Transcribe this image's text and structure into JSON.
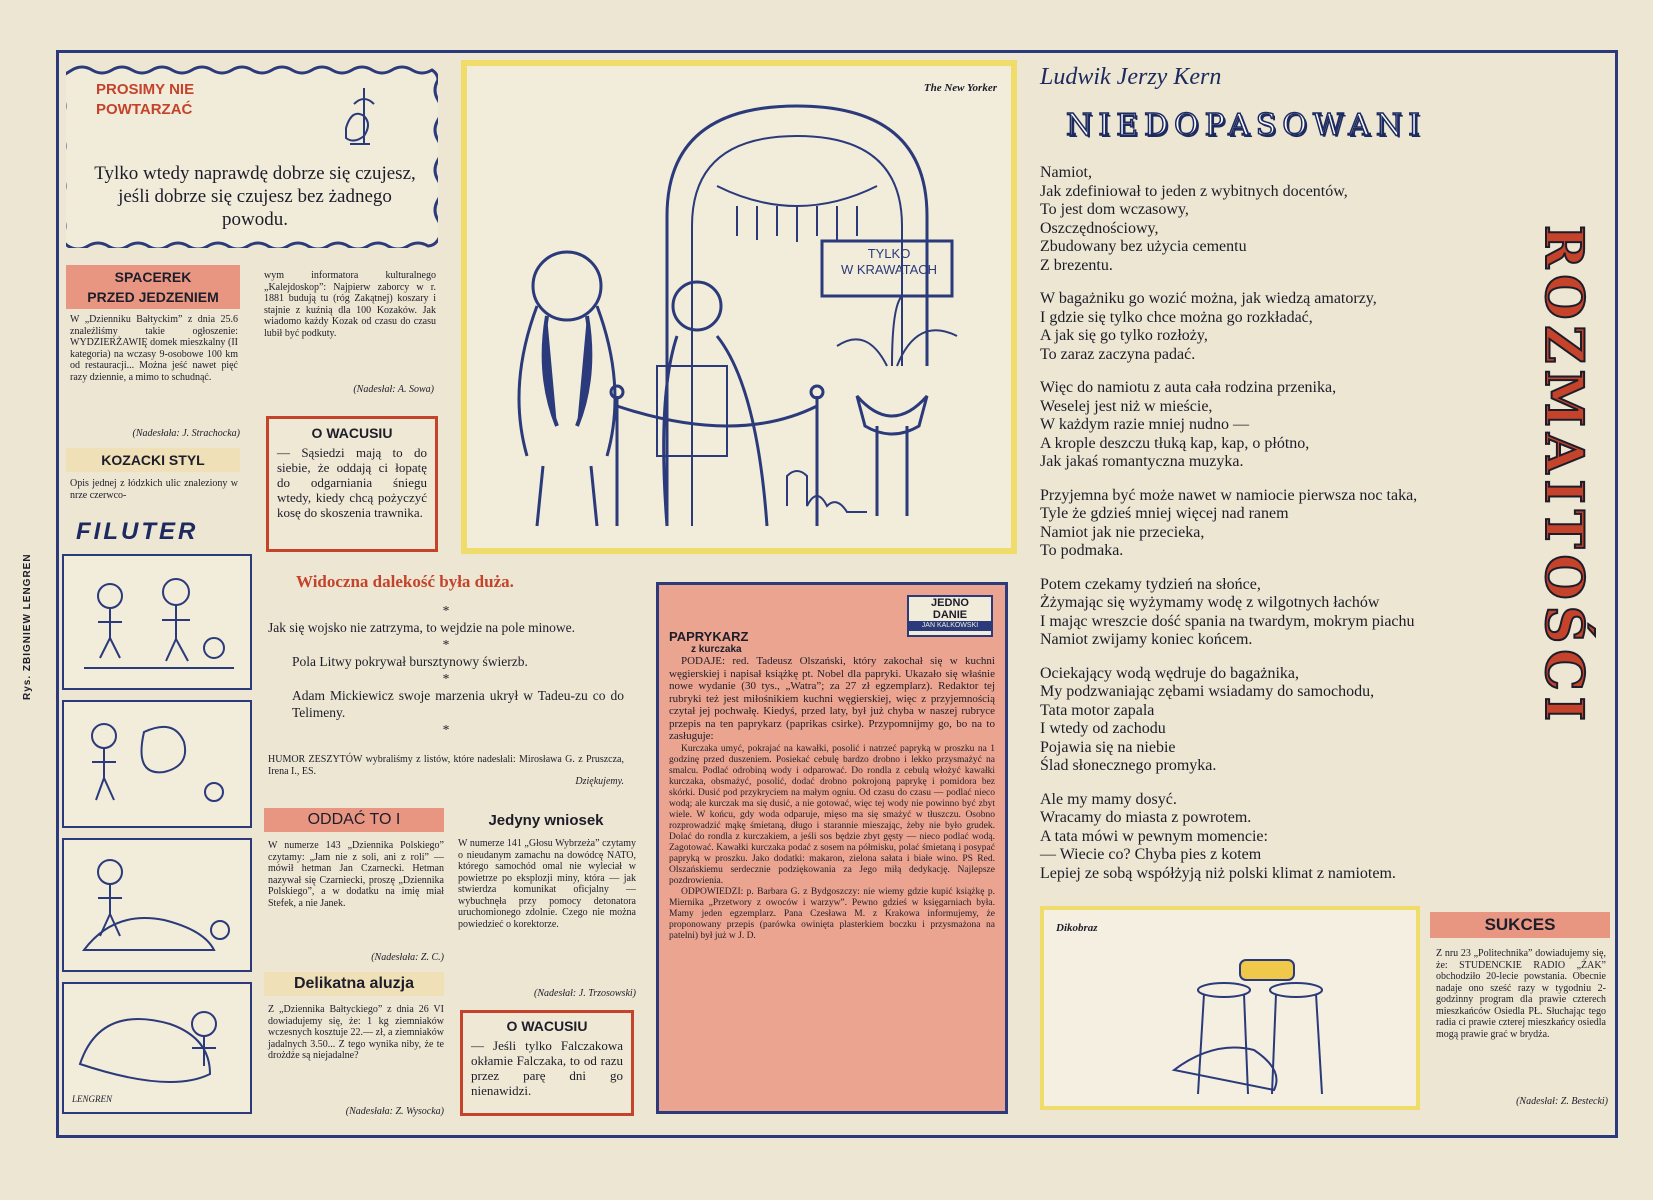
{
  "prosimy": {
    "title_line1": "PROSIMY NIE",
    "title_line2": "POWTARZAĆ",
    "text": "Tylko wtedy naprawdę dobrze się czujesz, jeśli dobrze się czujesz bez żadnego powodu."
  },
  "spacerek": {
    "title_line1": "SPACEREK",
    "title_line2": "PRZED JEDZENIEM",
    "text": "W „Dzienniku Bałtyckim” z dnia 25.6 znaleźliśmy takie ogłoszenie: WYDZIERŻAWIĘ domek mieszkalny (II kategoria) na wczasy 9-osobowe 100 km od restauracji... Można jeść nawet pięć razy dziennie, a mimo to schudnąć.",
    "signature": "(Nadesłała: J. Strachocka)"
  },
  "kozacki": {
    "title": "KOZACKI STYL",
    "text": "Opis jednej z łódzkich ulic znaleziony w nrze czerwco-"
  },
  "filuter": {
    "logo": "FILUTER"
  },
  "kalejdoskop": {
    "text": "wym informatora kulturalnego „Kalejdoskop”: Najpierw zaborcy w r. 1881 budują tu (róg Zakątnej) koszary i stajnie z kuźnią dla 100 Kozaków. Jak wiadomo każdy Kozak od czasu do czasu lubił być podkuty.",
    "signature": "(Nadesłał: A. Sowa)"
  },
  "wacus1": {
    "title": "O WACUSIU",
    "text": "— Sąsiedzi mają to do siebie, że oddają ci łopatę do odgarniania śniegu wtedy, kiedy chcą pożyczyć kosę do skoszenia trawnika."
  },
  "cartoon1": {
    "credit": "The New Yorker",
    "sign_line1": "TYLKO",
    "sign_line2": "W KRAWATACH"
  },
  "widoczna": {
    "title": "Widoczna dalekość była duża.",
    "items": [
      "Jak się wojsko nie zatrzyma, to wejdzie na pole minowe.",
      "Pola Litwy pokrywał bursztynowy świerzb.",
      "Adam Mickiewicz swoje marzenia ukrył w Tadeu-zu co do Telimeny."
    ],
    "footer": "HUMOR ZESZYTÓW wybraliśmy z listów, które nadesłali: Mirosława G. z Pruszcza, Irena I., ES.",
    "thanks": "Dziękujemy."
  },
  "oddac": {
    "title": "ODDAĆ TO I",
    "text": "W numerze 143 „Dziennika Polskiego” czytamy: „Jam nie z soli, ani z roli” — mówił hetman Jan Czarnecki. Hetman nazywał się Czarniecki, proszę „Dziennika Polskiego”, a w dodatku na imię miał Stefek, a nie Janek.",
    "signature": "(Nadesłała: Z. C.)"
  },
  "jedyny": {
    "title": "Jedyny wniosek",
    "text": "W numerze 141 „Głosu Wybrzeża” czytamy o nieudanym zamachu na dowódcę NATO, którego samochód omal nie wyleciał w powietrze po eksplozji miny, która — jak stwierdza komunikat oficjalny — wybuchnęła przy pomocy detonatora uruchomionego zdolnie. Czego nie można powiedzieć o korektorze.",
    "signature": "(Nadesłał: J. Trzosowski)"
  },
  "delikatna": {
    "title": "Delikatna aluzja",
    "text": "Z „Dziennika Bałtyckiego” z dnia 26 VI dowiadujemy się, że: 1 kg ziemniaków wczesnych kosztuje 22.— zł, a ziemniaków jadalnych 3.50... Z tego wynika niby, że te drożdże są niejadalne?",
    "signature": "(Nadesłała: Z. Wysocka)"
  },
  "wacus2": {
    "title": "O WACUSIU",
    "text": "— Jeśli tylko Falczakowa okłamie Falczaka, to od razu przez parę dni go nienawidzi."
  },
  "paprykarz": {
    "title": "PAPRYKARZ",
    "subtitle": "z kurczaka",
    "logo_line1": "JEDNO",
    "logo_line2": "DANIE",
    "logo_author": "JAN KALKOWSKI",
    "intro": "PODAJE: red. Tadeusz Olszański, który zakochał się w kuchni węgierskiej i napisał książkę pt. Nobel dla papryki. Ukazało się właśnie nowe wydanie (30 tys., „Watra”; za 27 zł egzemplarz). Redaktor tej rubryki też jest miłośnikiem kuchni węgierskiej, więc z przyjemnością czytał jej pochwałę. Kiedyś, przed laty, był już chyba w naszej rubryce przepis na ten paprykarz (paprikas csirke). Przypomnijmy go, bo na to zasługuje:",
    "recipe": "Kurczaka umyć, pokrajać na kawałki, posolić i natrzeć papryką w proszku na 1 godzinę przed duszeniem. Posiekać cebulę bardzo drobno i lekko przysmażyć na smalcu. Podlać odrobiną wody i odparować. Do rondla z cebulą włożyć kawałki kurczaka, obsmażyć, posolić, dodać drobno pokrojoną paprykę i pomidora bez skórki. Dusić pod przykryciem na małym ogniu. Od czasu do czasu — podlać nieco wodą; ale kurczak ma się dusić, a nie gotować, więc tej wody nie powinno być zbyt wiele. W końcu, gdy woda odparuje, mięso ma się smażyć w tłuszczu. Osobno rozprowadzić mąkę śmietaną, długo i starannie mieszając, żeby nie było grudek. Dolać do rondla z kurczakiem, a jeśli sos będzie zbyt gęsty — nieco podlać wodą. Zagotować. Kawałki kurczaka podać z sosem na półmisku, polać śmietaną i posypać papryką w proszku. Jako dodatki: makaron, zielona sałata i białe wino. PS Red. Olszańskiemu serdecznie podziękowania za Jego miłą dedykację. Najlepsze pozdrowienia.",
    "answers": "ODPOWIEDZI: p. Barbara G. z Bydgoszczy: nie wiemy gdzie kupić książkę p. Miernika „Przetwory z owoców i warzyw”. Pewno gdzieś w księgarniach była. Mamy jeden egzemplarz. Pana Czesława M. z Krakowa informujemy, że proponowany przepis (parówka owinięta plasterkiem boczku i przysmażona na patelni) był już w J. D."
  },
  "poem": {
    "author": "Ludwik Jerzy Kern",
    "title": "NIEDOPASOWANI",
    "stanzas": [
      "Namiot,\nJak zdefiniował to jeden z wybitnych docentów,\nTo jest dom wczasowy,\nOszczędnościowy,\nZbudowany bez użycia cementu\nZ brezentu.",
      "W bagażniku go wozić można, jak wiedzą amatorzy,\nI gdzie się tylko chce można go rozkładać,\nA jak się go tylko rozłoży,\nTo zaraz zaczyna padać.",
      "Więc do namiotu z auta cała rodzina przenika,\nWeselej jest niż w mieście,\nW każdym razie mniej nudno —\nA krople deszczu tłuką kap, kap, o płótno,\nJak jakaś romantyczna muzyka.",
      "Przyjemna być może nawet w namiocie pierwsza noc taka,\nTyle że gdzieś mniej więcej nad ranem\nNamiot jak nie przecieka,\nTo podmaka.",
      "Potem czekamy tydzień na słońce,\nŻżymając się wyżymamy wodę z wilgotnych łachów\nI mając wreszcie dość spania na twardym, mokrym piachu\nNamiot zwijamy koniec końcem.",
      "Ociekający wodą wędruje do bagażnika,\nMy podzwaniając zębami wsiadamy do samochodu,\nTata motor zapala\nI wtedy od zachodu\nPojawia się na niebie\nŚlad słonecznego promyka.",
      "Ale my mamy dosyć.\nWracamy do miasta z powrotem.\nA tata mówi w pewnym momencie:\n— Wiecie co? Chyba pies z kotem\nLepiej ze sobą współżyją niż polski klimat z namiotem."
    ]
  },
  "dikobraz": {
    "credit": "Dikobraz"
  },
  "sukces": {
    "title": "SUKCES",
    "text": "Z nru 23 „Politechnika” dowiadujemy się, że: STUDENCKIE RADIO „ŻAK” obchodziło 20-lecie powstania. Obecnie nadaje ono sześć razy w tygodniu 2-godzinny program dla prawie czterech mieszkańców Osiedla PŁ. Słuchając tego radia ci prawie czterej mieszkańcy osiedla mogą prawie grać w brydża.",
    "signature": "(Nadesłał: Z. Bestecki)"
  },
  "side": {
    "title": "ROZMAITOŚCI",
    "credit": "Rys. ZBIGNIEW LENGREN",
    "artist_sig": "LENGREN"
  },
  "colors": {
    "accent_red": "#c4432a",
    "navy": "#2b3a7a",
    "pink": "#e89682",
    "yellow": "#f0dc6a",
    "paper": "#ece6d2"
  }
}
